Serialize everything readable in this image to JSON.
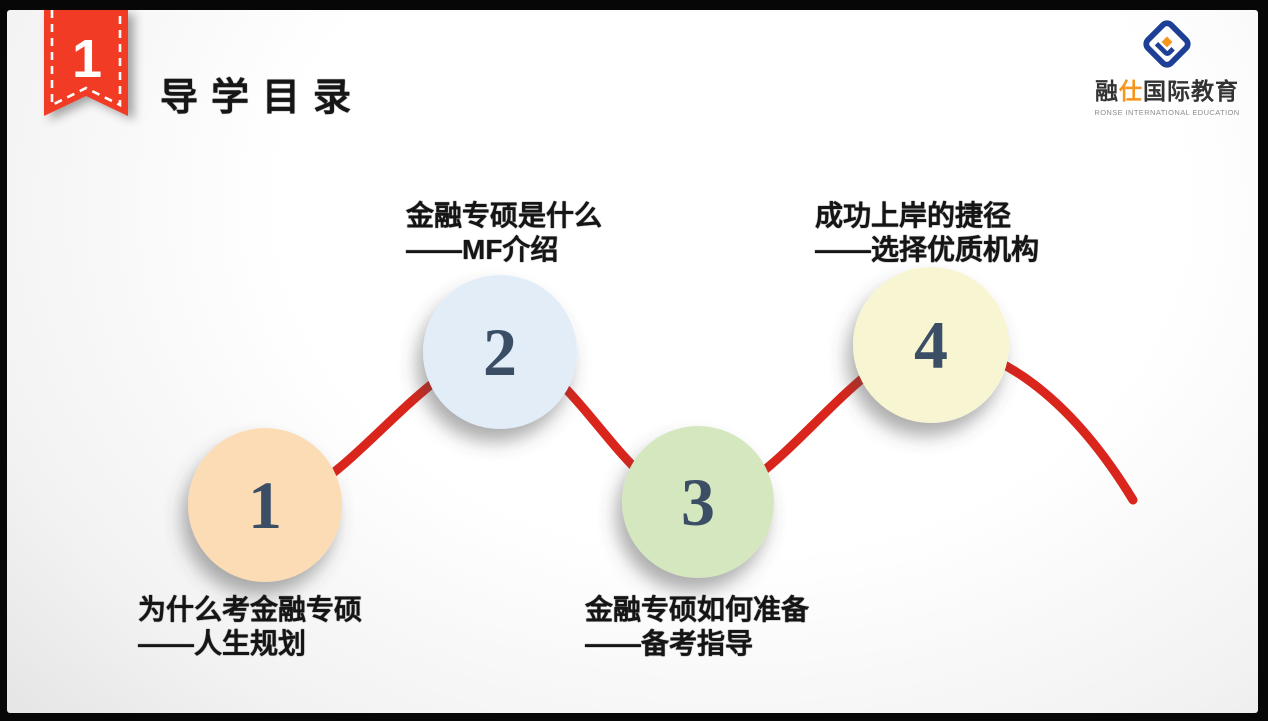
{
  "frame": {
    "badge_number": "1",
    "title": "导学目录"
  },
  "logo": {
    "name_prefix": "融",
    "name_accent": "仕",
    "name_suffix": "国际教育",
    "tagline": "RONSE INTERNATIONAL EDUCATION"
  },
  "steps": [
    {
      "number": "1",
      "line1": "为什么考金融专硕",
      "line2": "——人生规划",
      "color": "#fcdcb5",
      "label_position": "below"
    },
    {
      "number": "2",
      "line1": "金融专硕是什么",
      "line2": "——MF介绍",
      "color": "#e2edf8",
      "label_position": "above"
    },
    {
      "number": "3",
      "line1": "金融专硕如何准备",
      "line2": "——备考指导",
      "color": "#d5e7bf",
      "label_position": "below"
    },
    {
      "number": "4",
      "line1": "成功上岸的捷径",
      "line2": "——选择优质机构",
      "color": "#f8f6d2",
      "label_position": "above"
    }
  ],
  "colors": {
    "ribbon_red": "#f23b25",
    "curve_red": "#d9251c",
    "number_navy": "#3b4e66",
    "title_black": "#161616",
    "logo_blue": "#1e3f96",
    "logo_orange": "#f7941d"
  }
}
